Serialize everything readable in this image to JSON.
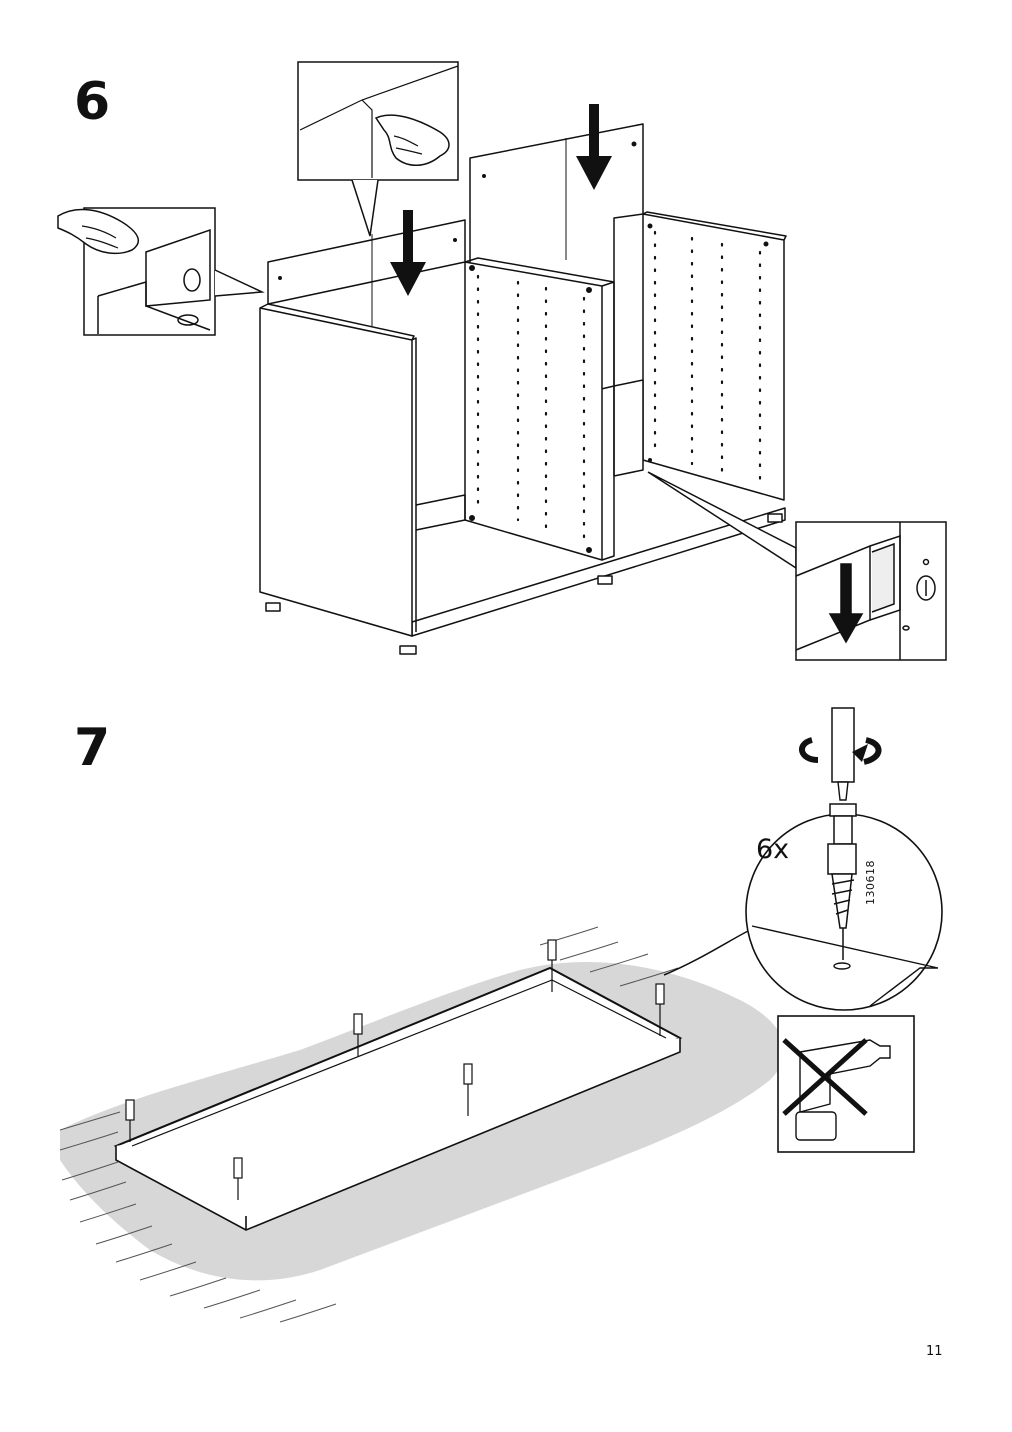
{
  "steps": [
    {
      "number": "6"
    },
    {
      "number": "7"
    }
  ],
  "step7": {
    "quantity_label": "6x",
    "part_number": "130618"
  },
  "page": {
    "number": "11"
  },
  "icons": [
    "pointing-hand-icon",
    "down-arrow-icon",
    "rotate-arrow-icon",
    "no-power-drill-icon",
    "screw-icon"
  ]
}
